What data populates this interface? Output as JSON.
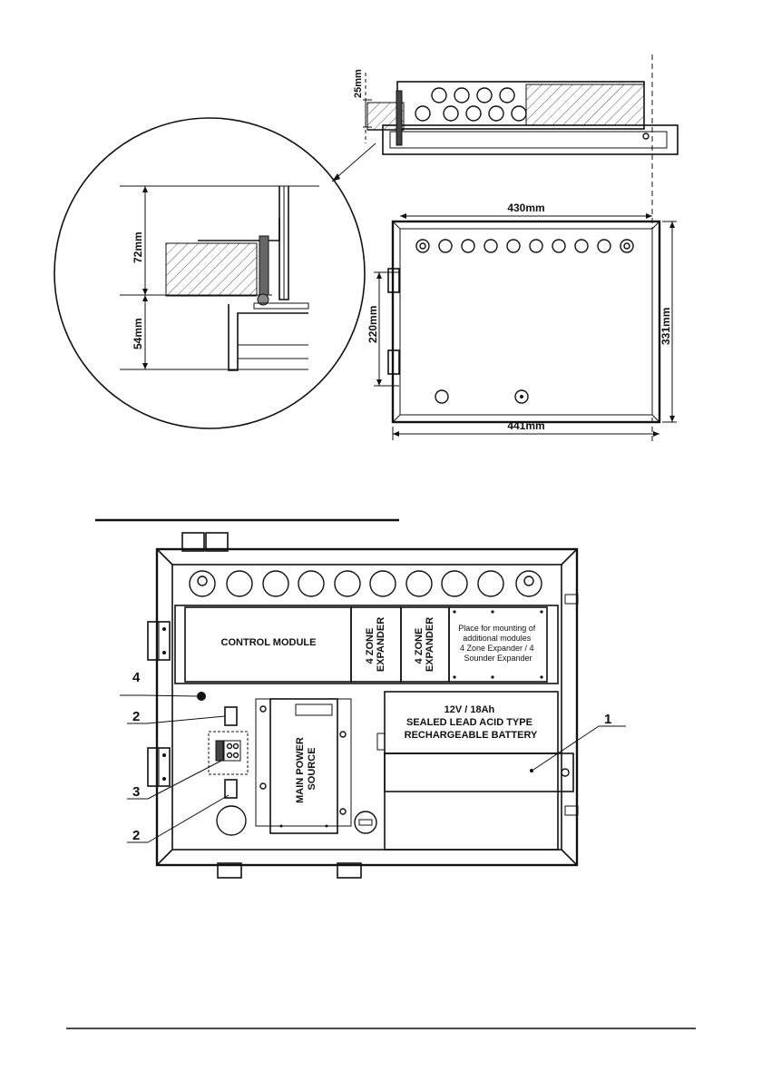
{
  "top_view": {
    "dim_25": "25mm",
    "dim_72": "72mm",
    "dim_54": "54mm",
    "dim_430": "430mm",
    "dim_220": "220mm",
    "dim_331": "331mm",
    "dim_441": "441mm"
  },
  "layout_view": {
    "control_module": "CONTROL MODULE",
    "zone_expander_1": [
      "4 ZONE",
      "EXPANDER"
    ],
    "zone_expander_2": [
      "4 ZONE",
      "EXPANDER"
    ],
    "additional_modules": [
      "Place for mounting of",
      "additional modules",
      "4 Zone Expander / 4",
      "Sounder Expander"
    ],
    "main_power_source": [
      "MAIN POWER",
      "SOURCE"
    ],
    "battery": [
      "12V / 18Ah",
      "SEALED LEAD ACID TYPE",
      "RECHARGEABLE BATTERY"
    ],
    "callouts": [
      "1",
      "2",
      "3",
      "2",
      "4"
    ]
  }
}
